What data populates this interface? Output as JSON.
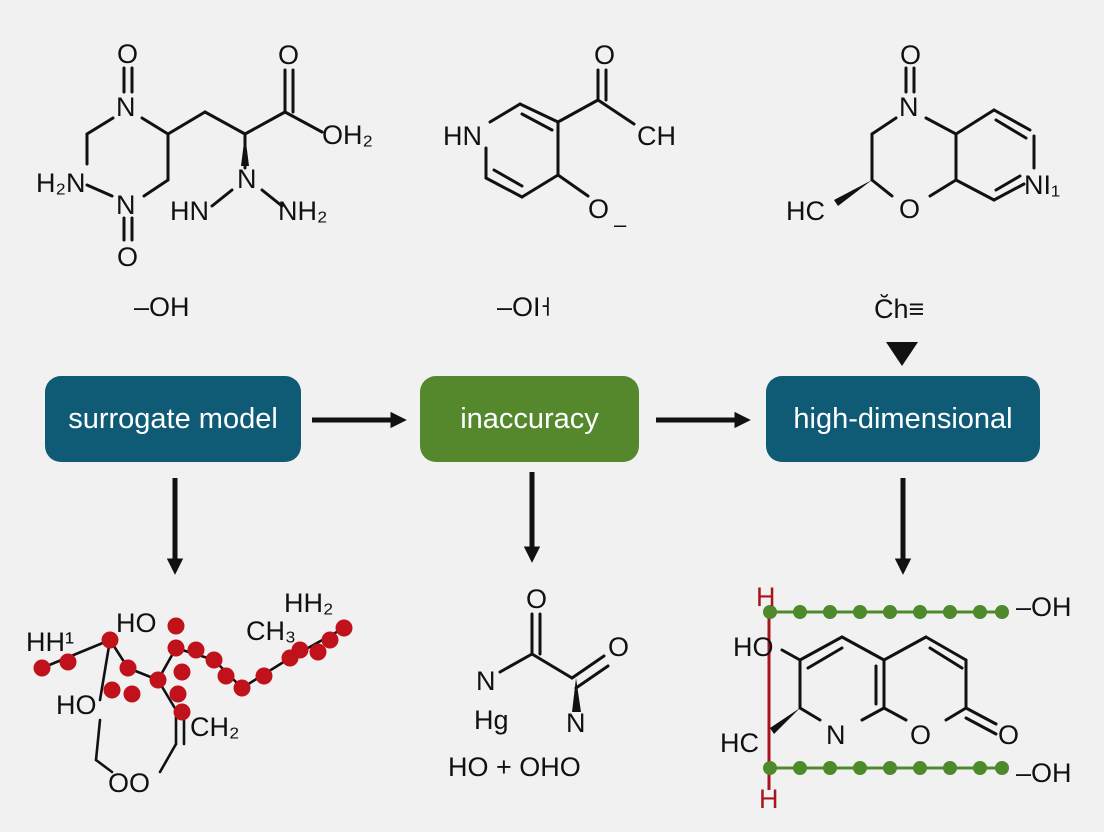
{
  "colors": {
    "background": "#f1f1f1",
    "box_blue": "#0f5a74",
    "box_green": "#55882d",
    "atom_red": "#c0121b",
    "bead_green": "#4e8a2b",
    "bar_red": "#a8141c",
    "ink": "#111111"
  },
  "boxes": {
    "left": "surrogate model",
    "middle": "inaccuracy",
    "right": "high-dimensional"
  },
  "top_left": {
    "o_top": "O",
    "n_top": "N",
    "h2n": "H₂N",
    "n_bottom": "N",
    "o_bottom": "O",
    "o_acid": "O",
    "oh2": "OH₂",
    "n_chain": "N",
    "hn": "HN",
    "nh2": "NH₂",
    "group": "–OH"
  },
  "top_middle": {
    "o_top": "O",
    "hn": "HN",
    "ch": "CH",
    "o_minus": "O",
    "minus": "–",
    "group": "–OI˧"
  },
  "top_right": {
    "o_top": "O",
    "n_top": "N",
    "n1": "NI₁",
    "hc": "HC",
    "o_ring": "O",
    "group": "C̆h≡"
  },
  "bottom_left": {
    "hh1": "HH¹",
    "ho": "HO",
    "hh2": "HH₂",
    "ch3": "CH₃",
    "ho2": "HO",
    "ch2": "CH₂",
    "oo": "OO"
  },
  "bottom_middle": {
    "o_top": "O",
    "n_left": "N",
    "o_right": "O",
    "hg": "Hg",
    "n_bottom": "N",
    "equation": "HO + OHO"
  },
  "bottom_right": {
    "h_top": "H",
    "h_bottom": "H",
    "ho": "HO",
    "hc": "HC",
    "n": "N",
    "o_ring": "O",
    "o_keto": "O",
    "oh_top": "–OH",
    "oh_bottom": "–OH"
  }
}
